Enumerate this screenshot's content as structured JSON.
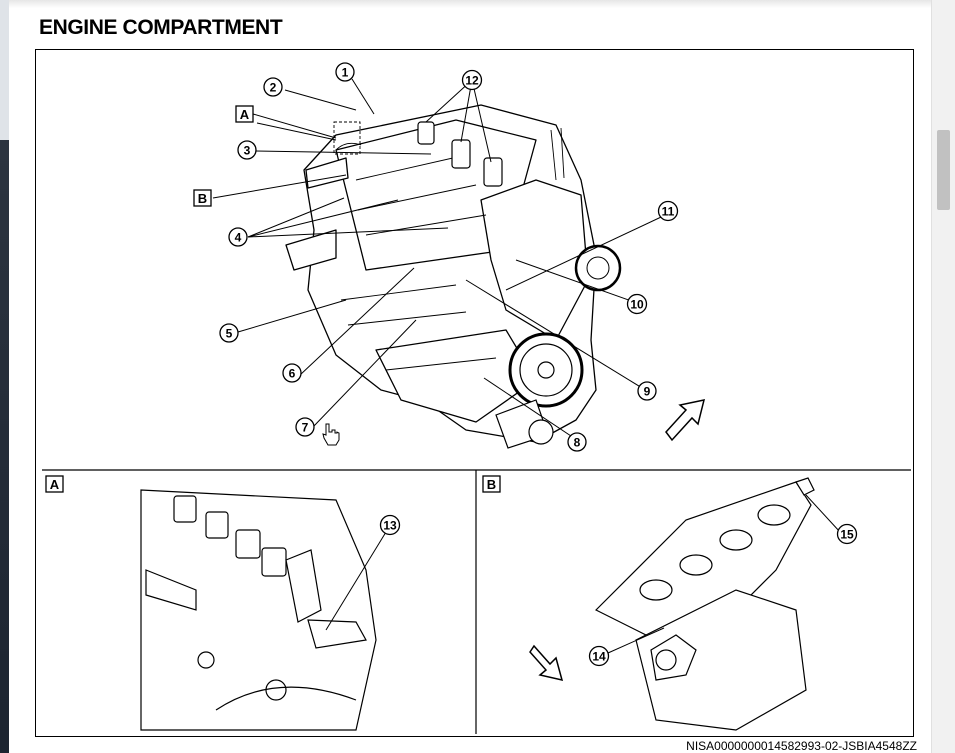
{
  "page": {
    "title": "ENGINE COMPARTMENT",
    "figure_id": "NISA0000000014582993-02-JSBIA4548ZZ"
  },
  "main_view": {
    "inset_refs": [
      "A",
      "B"
    ],
    "callouts": [
      "1",
      "2",
      "3",
      "4",
      "5",
      "6",
      "7",
      "8",
      "9",
      "10",
      "11",
      "12"
    ]
  },
  "detail_a": {
    "label": "A",
    "callouts": [
      "13"
    ]
  },
  "detail_b": {
    "label": "B",
    "callouts": [
      "14",
      "15"
    ]
  },
  "icons": {
    "direction_arrow": "front-direction-arrow-icon",
    "cursor": "hand-pointer-icon",
    "scrollbar": "vertical-scrollbar"
  },
  "colors": {
    "line": "#000000",
    "background": "#ffffff",
    "scroll_thumb": "#c1c1c1"
  }
}
